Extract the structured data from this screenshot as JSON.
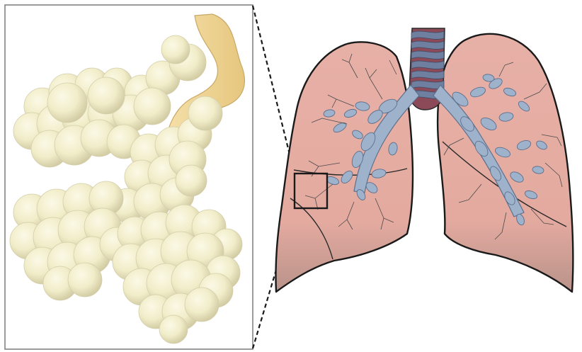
{
  "figure": {
    "colors": {
      "background": "#ffffff",
      "frame": "#7a7a7a",
      "lung_fill": "#e4aaa0",
      "lung_shadow": "#c79a90",
      "lung_outline": "#1a1a1a",
      "bronchi_fill": "#9fb2cc",
      "bronchi_outline": "#5c6f8c",
      "trachea_ring": "#6f7fa0",
      "trachea_gap": "#8c4a58",
      "alveoli_fill": "#f1edc9",
      "alveoli_shadow": "#c8c299",
      "bronchiole_fill": "#f2d79a",
      "dashed_line": "#1a1a1a"
    },
    "icons": [
      "alveoli-cluster-illustration",
      "lungs-illustration",
      "zoom-box-indicator"
    ]
  }
}
